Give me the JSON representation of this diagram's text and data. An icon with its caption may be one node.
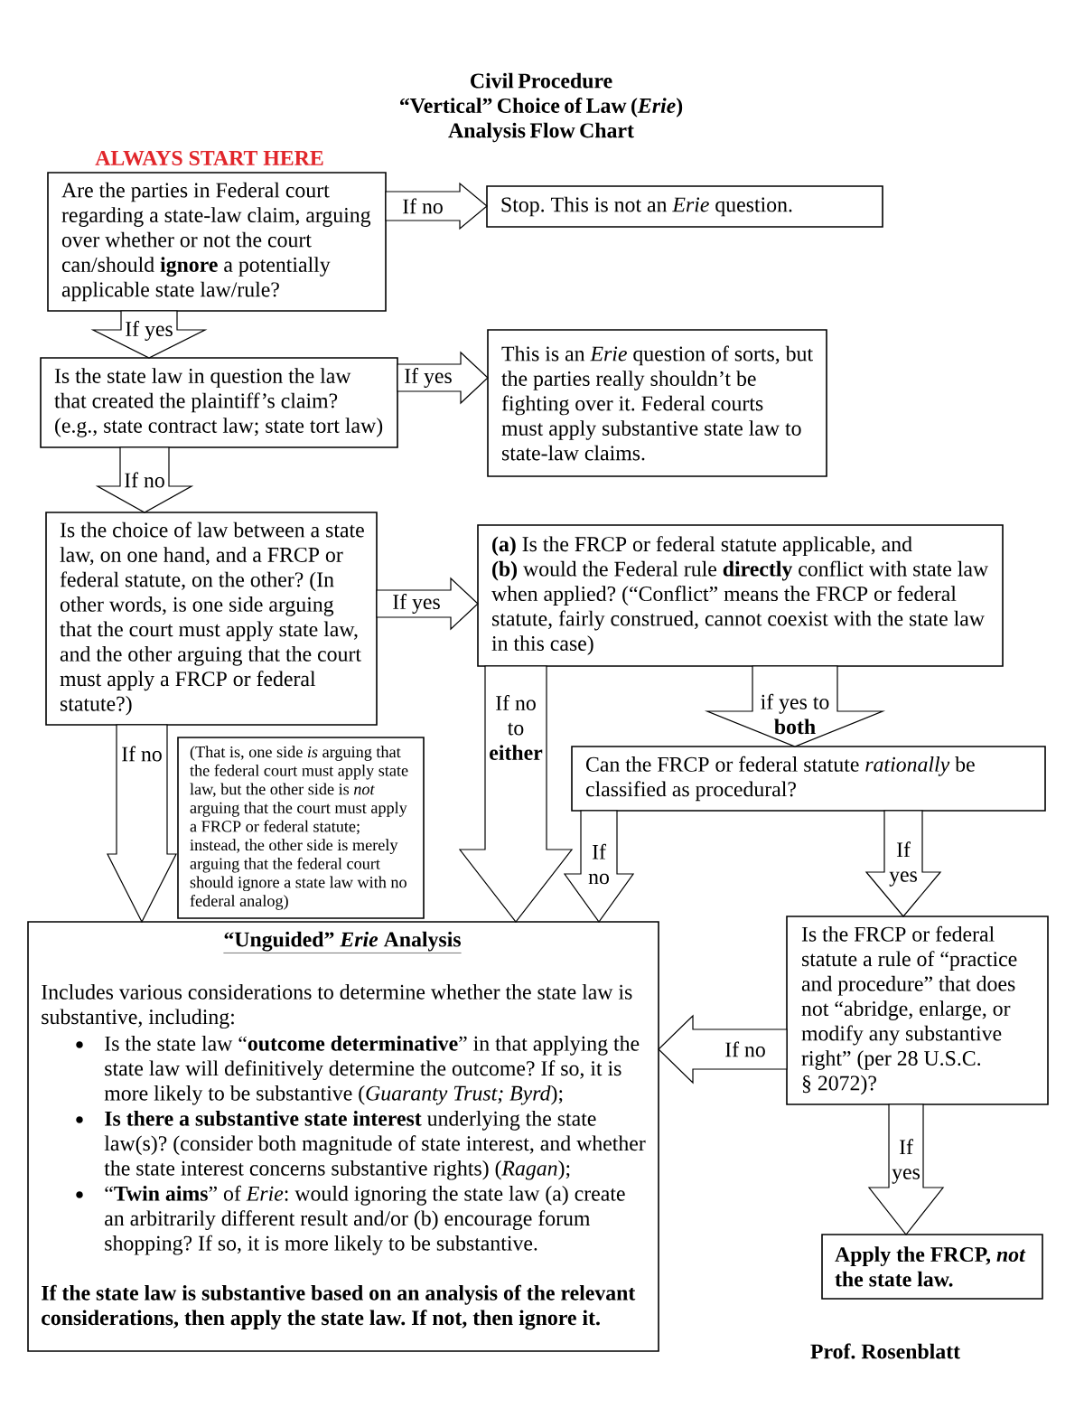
{
  "diagram": {
    "title": "Civil Procedure “Vertical” Choice of Law (*Erie*) Analysis Flow Chart",
    "nodes": [
      {
        "text": [
          "ALWAYS START HERE",
          "Are the parties in Federal court regarding a state-law claim, arguing over whether or not the court can/should **ignore** a potentially applicable state law/rule?"
        ]
      },
      {
        "text": [
          "Stop. This is not an *Erie* question."
        ]
      },
      {
        "text": [
          "Is the state law in question the law that created the plaintiff’s claim?",
          "(e.g., state contract law; state tort law)"
        ]
      },
      {
        "text": [
          "This is an *Erie* question of sorts, but the parties really shouldn’t be fighting over it. Federal courts must apply substantive state law to state-law claims."
        ]
      },
      {
        "text": [
          "Is the choice of law between a state law, on one hand, and a FRCP or federal statute, on the other? (In other words, is one side arguing that the court must apply state law, and the other arguing that the court must apply a FRCP or federal statute?)"
        ]
      },
      {
        "text": [
          "**(a)** Is the FRCP or federal statute applicable, and",
          "**(b)** would the Federal rule **directly** conflict with state law when applied? (“Conflict” means the FRCP or federal statute, fairly construed, cannot coexist with the state law in this case)"
        ]
      },
      {
        "text": [
          "(That is, one side *is* arguing that the federal court must apply state law, but the other side is *not* arguing that the court must apply a FRCP or federal statute; instead, the other side is merely arguing that the federal court should ignore a state law with no federal analog)"
        ]
      },
      {
        "text": [
          "Can the FRCP or federal statute *rationally* be classified as procedural?"
        ]
      },
      {
        "text": [
          "“Unguided” *Erie* Analysis",
          "Includes various considerations to determine whether the state law is substantive, including:",
          "Is the state law “**outcome determinative**” in that applying the state law will definitively determine the outcome? If so, it is more likely to be substantive (*Guaranty Trust; Byrd*);",
          "**Is there a substantive state interest** underlying the state law(s)? (consider both magnitude of state interest, and whether the state interest concerns substantive rights) (*Ragan*);",
          "“**Twin aims**” of *Erie*: would ignoring the state law (a) create an arbitrarily different result and/or (b) encourage forum shopping? If so, it is more likely to be substantive.",
          "If the state law is substantive based on an analysis of the relevant considerations, then apply the state law. If not, then ignore it."
        ]
      },
      {
        "text": [
          "Is the FRCP or federal statute a rule of “practice and procedure” that does not “abridge, enlarge, or modify any substantive right” (per 28 U.S.C. § 2072)?"
        ]
      },
      {
        "text": [
          "Apply the FRCP, *not* the state law."
        ]
      }
    ],
    "edges": [
      {
        "from": 0,
        "to": 1,
        "arrow": "to",
        "label": "If no"
      },
      {
        "from": 0,
        "to": 2,
        "arrow": "to",
        "label": "If yes"
      },
      {
        "from": 2,
        "to": 3,
        "arrow": "to",
        "label": "If yes"
      },
      {
        "from": 2,
        "to": 4,
        "arrow": "to",
        "label": "If no"
      },
      {
        "from": 4,
        "to": 5,
        "arrow": "to",
        "label": "If yes"
      },
      {
        "from": 4,
        "to": 8,
        "arrow": "to",
        "label": "If no"
      },
      {
        "from": 5,
        "to": 8,
        "arrow": "to",
        "label": "If no to **either**"
      },
      {
        "from": 5,
        "to": 7,
        "arrow": "to",
        "label": "if yes to **both**"
      },
      {
        "from": 7,
        "to": 8,
        "arrow": "to",
        "label": "If no"
      },
      {
        "from": 7,
        "to": 9,
        "arrow": "to",
        "label": "If yes"
      },
      {
        "from": 9,
        "to": 8,
        "arrow": "to",
        "label": "If no"
      },
      {
        "from": 9,
        "to": 10,
        "arrow": "to",
        "label": "If yes"
      }
    ],
    "labels": [
      "Prof. Rosenblatt"
    ]
  }
}
